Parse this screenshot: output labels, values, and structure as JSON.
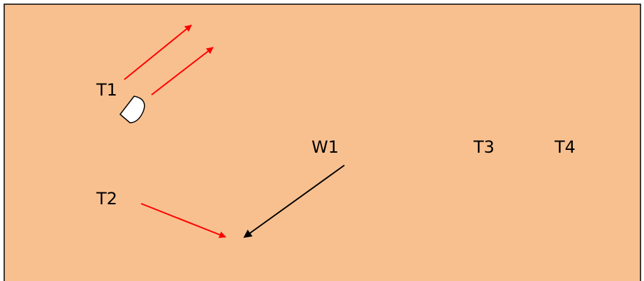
{
  "colors": {
    "background": "#f8c08f",
    "border": "#000000",
    "red_arrow": "#ff0000",
    "black_arrow": "#000000",
    "shape_fill": "#ffffff"
  },
  "labels": {
    "t1": "T1",
    "t2": "T2",
    "t3": "T3",
    "t4": "T4",
    "w1": "W1"
  },
  "shapes": {
    "t1_marker": "d-shape-icon"
  },
  "arrows": {
    "t1_arrows_count": 2,
    "t2_arrows_count": 1,
    "w1_arrows_count": 1
  }
}
